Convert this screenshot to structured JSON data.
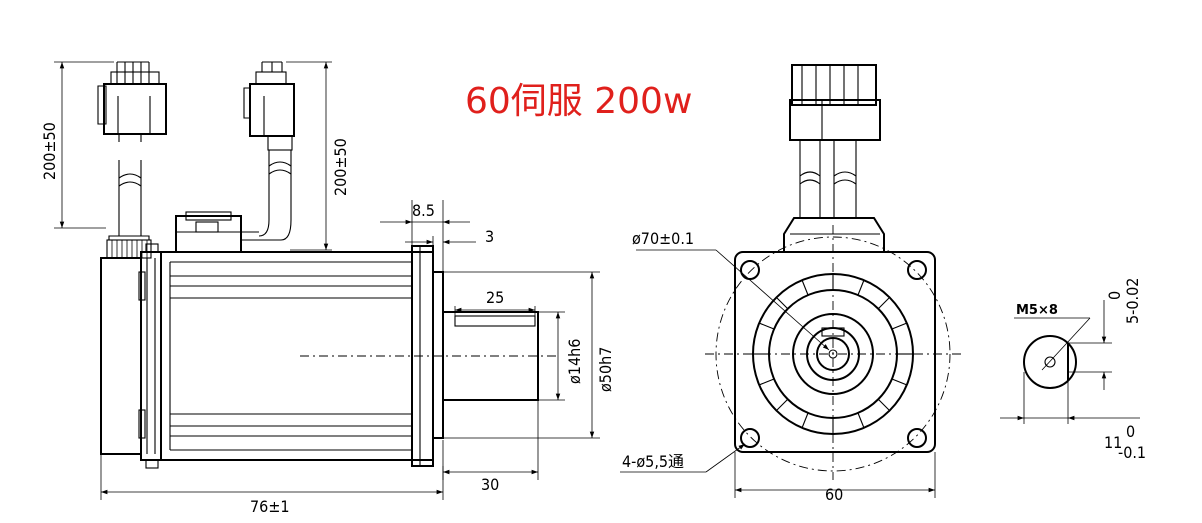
{
  "title": "60伺服 200w",
  "colors": {
    "title": "#e0201c",
    "lines": "#000000",
    "background": "#ffffff"
  },
  "side_view": {
    "cable_length_left": "200±50",
    "cable_length_right": "200±50",
    "flange_thickness": "8.5",
    "flange_step": "3",
    "key_length": "25",
    "shaft_diameter": "ø14h6",
    "pilot_diameter": "ø50h7",
    "shaft_length": "30",
    "body_length": "76±1"
  },
  "front_view": {
    "bolt_circle": "ø70±0.1",
    "mount_holes": "4-ø5,5通",
    "flange_width": "60"
  },
  "shaft_detail": {
    "thread": "M5×8",
    "key_top": "0",
    "key_bottom": "5-0.02",
    "width_main": "11",
    "width_top": "0",
    "width_bottom": "-0.1"
  }
}
